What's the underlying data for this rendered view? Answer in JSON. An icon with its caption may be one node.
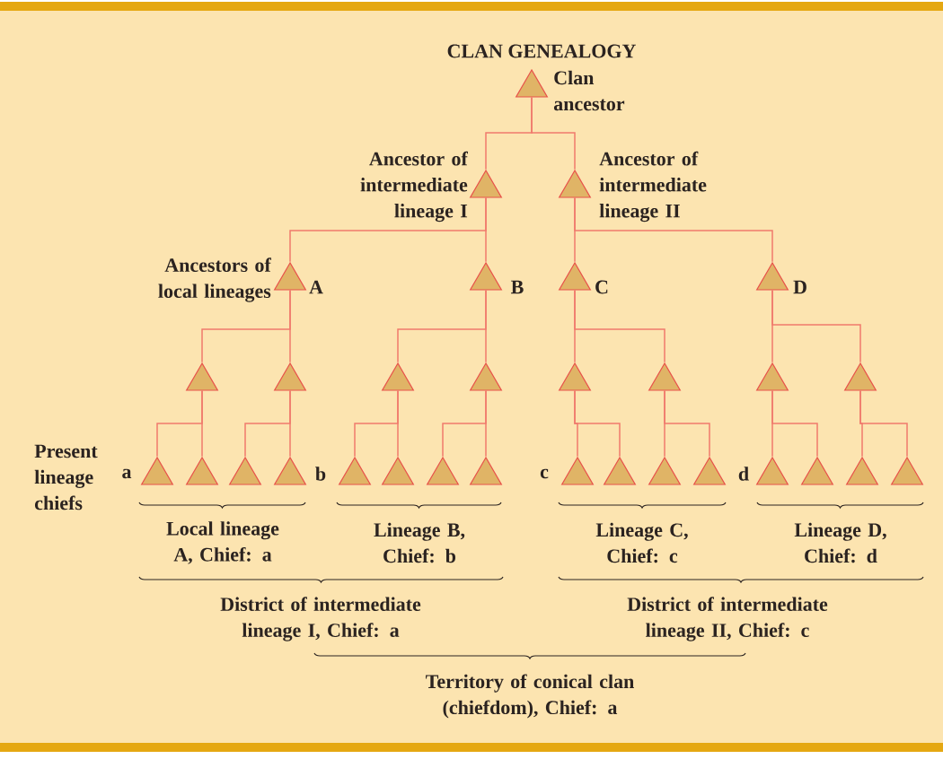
{
  "diagram": {
    "title": "CLAN GENEALOGY",
    "nodes": [
      {
        "text": [],
        "shape": "triangle",
        "beside": [
          "Clan ancestor"
        ]
      },
      {
        "text": [],
        "shape": "triangle",
        "beside": [
          "Ancestor of intermediate lineage I"
        ]
      },
      {
        "text": [],
        "shape": "triangle",
        "beside": [
          "Ancestor of intermediate lineage II"
        ]
      },
      {
        "text": [],
        "shape": "triangle",
        "beside": [
          "Ancestors of local lineages",
          "A"
        ]
      },
      {
        "text": [],
        "shape": "triangle",
        "beside": [
          "B"
        ]
      },
      {
        "text": [],
        "shape": "triangle",
        "beside": [
          "C"
        ]
      },
      {
        "text": [],
        "shape": "triangle",
        "beside": [
          "D"
        ]
      },
      {
        "text": [],
        "shape": "triangle"
      },
      {
        "text": [],
        "shape": "triangle"
      },
      {
        "text": [],
        "shape": "triangle"
      },
      {
        "text": [],
        "shape": "triangle"
      },
      {
        "text": [],
        "shape": "triangle"
      },
      {
        "text": [],
        "shape": "triangle"
      },
      {
        "text": [],
        "shape": "triangle"
      },
      {
        "text": [],
        "shape": "triangle"
      },
      {
        "text": [],
        "shape": "triangle",
        "beside": [
          "a"
        ]
      },
      {
        "text": [],
        "shape": "triangle"
      },
      {
        "text": [],
        "shape": "triangle"
      },
      {
        "text": [],
        "shape": "triangle"
      },
      {
        "text": [],
        "shape": "triangle",
        "beside": [
          "b"
        ]
      },
      {
        "text": [],
        "shape": "triangle"
      },
      {
        "text": [],
        "shape": "triangle"
      },
      {
        "text": [],
        "shape": "triangle"
      },
      {
        "text": [],
        "shape": "triangle",
        "beside": [
          "c"
        ]
      },
      {
        "text": [],
        "shape": "triangle"
      },
      {
        "text": [],
        "shape": "triangle"
      },
      {
        "text": [],
        "shape": "triangle"
      },
      {
        "text": [],
        "shape": "triangle",
        "beside": [
          "d"
        ]
      },
      {
        "text": [],
        "shape": "triangle"
      },
      {
        "text": [],
        "shape": "triangle"
      },
      {
        "text": [],
        "shape": "triangle"
      }
    ],
    "edges": [
      {
        "from": 0,
        "to": 1,
        "arrow": "none"
      },
      {
        "from": 0,
        "to": 2,
        "arrow": "none"
      },
      {
        "from": 1,
        "to": 3,
        "arrow": "none"
      },
      {
        "from": 1,
        "to": 4,
        "arrow": "none"
      },
      {
        "from": 2,
        "to": 5,
        "arrow": "none"
      },
      {
        "from": 2,
        "to": 6,
        "arrow": "none"
      },
      {
        "from": 3,
        "to": 7,
        "arrow": "none"
      },
      {
        "from": 3,
        "to": 8,
        "arrow": "none"
      },
      {
        "from": 4,
        "to": 9,
        "arrow": "none"
      },
      {
        "from": 4,
        "to": 10,
        "arrow": "none"
      },
      {
        "from": 5,
        "to": 11,
        "arrow": "none"
      },
      {
        "from": 5,
        "to": 12,
        "arrow": "none"
      },
      {
        "from": 6,
        "to": 13,
        "arrow": "none"
      },
      {
        "from": 6,
        "to": 14,
        "arrow": "none"
      },
      {
        "from": 7,
        "to": 15,
        "arrow": "none"
      },
      {
        "from": 7,
        "to": 16,
        "arrow": "none"
      },
      {
        "from": 8,
        "to": 17,
        "arrow": "none"
      },
      {
        "from": 8,
        "to": 18,
        "arrow": "none"
      },
      {
        "from": 9,
        "to": 19,
        "arrow": "none"
      },
      {
        "from": 9,
        "to": 20,
        "arrow": "none"
      },
      {
        "from": 10,
        "to": 21,
        "arrow": "none"
      },
      {
        "from": 10,
        "to": 22,
        "arrow": "none"
      },
      {
        "from": 11,
        "to": 23,
        "arrow": "none"
      },
      {
        "from": 11,
        "to": 24,
        "arrow": "none"
      },
      {
        "from": 12,
        "to": 25,
        "arrow": "none"
      },
      {
        "from": 12,
        "to": 26,
        "arrow": "none"
      },
      {
        "from": 13,
        "to": 27,
        "arrow": "none"
      },
      {
        "from": 13,
        "to": 28,
        "arrow": "none"
      },
      {
        "from": 14,
        "to": 29,
        "arrow": "none"
      },
      {
        "from": 14,
        "to": 30,
        "arrow": "none"
      }
    ],
    "labels": [
      "Present lineage chiefs",
      "Local lineage A, Chief: a",
      "Lineage B, Chief: b",
      "Lineage C, Chief: c",
      "Lineage D, Chief: d",
      "District of intermediate lineage I, Chief: a",
      "District of intermediate lineage II, Chief: c",
      "Territory of conical clan (chiefdom), Chief: a"
    ]
  }
}
